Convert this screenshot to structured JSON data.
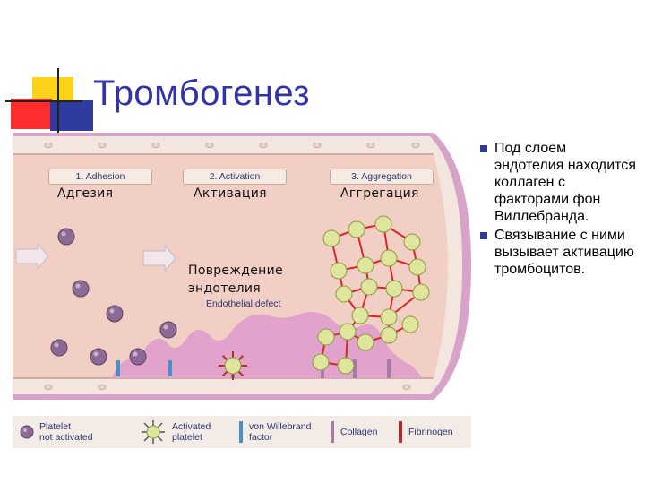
{
  "slide": {
    "title": "Тромбогенез"
  },
  "diagram": {
    "stages_en": [
      "1. Adhesion",
      "2. Activation",
      "3. Aggregation"
    ],
    "stages_ru": [
      "Адгезия",
      "Активация",
      "Аггрегация"
    ],
    "defect_ru": [
      "Повреждение",
      "эндотелия"
    ],
    "defect_en": "Endothelial defect"
  },
  "legend": [
    {
      "icon": "platelet-inactive-icon",
      "label": "Platelet\nnot activated"
    },
    {
      "icon": "platelet-activated-icon",
      "label": "Activated\nplatelet"
    },
    {
      "icon": "von-willebrand-factor-icon",
      "label": "von Willebrand\nfactor"
    },
    {
      "icon": "collagen-icon",
      "label": "Collagen"
    },
    {
      "icon": "fibrinogen-icon",
      "label": "Fibrinogen"
    }
  ],
  "bullets": [
    "Под слоем эндотелия находится коллаген с факторами фон Виллебранда.",
    "Связывание с ними вызывает активацию тромбоцитов."
  ],
  "colors": {
    "title": "#3333a8",
    "vessel_lumen": "#f2cfc4",
    "vessel_wall": "#f3e6de",
    "subendothelium": "#e1a3cc",
    "platelet": "#8c6a95",
    "activated_platelet": "#dfe59c",
    "fibrinogen": "#d9262b",
    "vwf": "#4a90c8",
    "collagen": "#a37ba6",
    "bullet": "#2b3a9c"
  }
}
